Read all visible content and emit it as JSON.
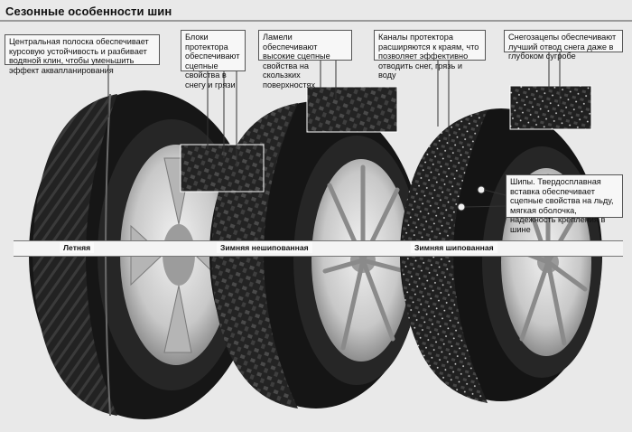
{
  "title": "Сезонные особенности шин",
  "callouts": {
    "center_strip": "Центральная полоска обеспечивает курсовую устойчивость и разбивает водяной клин, чтобы уменьшить эффект аквапланирования",
    "tread_blocks": "Блоки протектора обеспечивают сцепные свойства в снегу и грязи",
    "sipes": "Ламели обеспечивают высокие сцепные свойства на скользких поверхностях",
    "channels": "Каналы протектора расширяются к краям, что позволяет эффективно отводить снег, грязь и воду",
    "snow_hooks": "Снегозацепы обеспечивают лучший отвод снега даже в глубоком сугробе",
    "studs": "Шипы. Твердосплавная вставка обеспечивает сцепные свойства на льду, мягкая оболочка, надежность крепления в шине"
  },
  "labels": {
    "summer": "Летняя",
    "winter_nonstud": "Зимняя нешипованная",
    "winter_stud": "Зимняя шипованная"
  },
  "colors": {
    "rubber": "#1c1c1c",
    "rim": "#c9c9c9",
    "background": "#e9e9e9",
    "callout_bg": "#f7f7f7"
  }
}
